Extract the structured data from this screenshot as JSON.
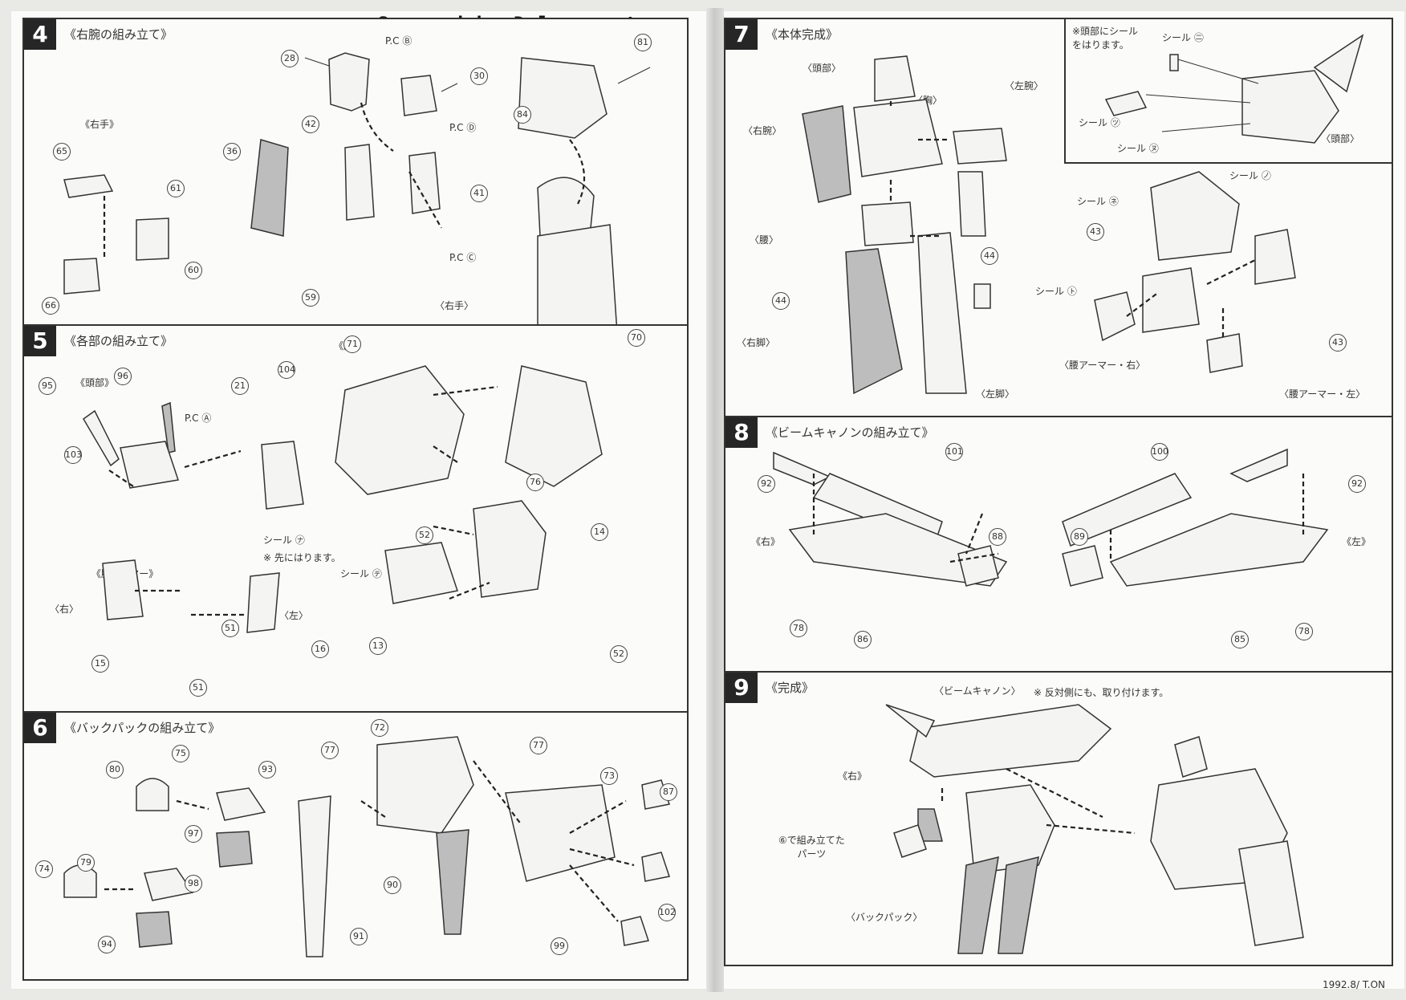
{
  "watermark": "Scanned by Dalong.net",
  "footer": "1992.8/ T.ON",
  "step4": {
    "num": "4",
    "title": "《右腕の組み立て》",
    "sub_hand": "《右手》",
    "pc_b": "P.C Ⓑ",
    "pc_d": "P.C Ⓓ",
    "pc_c": "P.C Ⓒ",
    "right_hand": "〈右手〉",
    "parts": [
      "28",
      "30",
      "81",
      "84",
      "65",
      "61",
      "60",
      "66",
      "42",
      "36",
      "41",
      "59"
    ]
  },
  "step5": {
    "num": "5",
    "title": "《各部の組み立て》",
    "head": "《頭部》",
    "chest": "《胸》",
    "waist": "《腰アーマー》",
    "right": "〈右〉",
    "left": "〈左〉",
    "pc_a": "P.C Ⓐ",
    "seal_na": "シール ㋤",
    "note_first": "※ 先にはります。",
    "seal_te": "シール ㋢",
    "parts": [
      "95",
      "96",
      "104",
      "21",
      "103",
      "71",
      "70",
      "76",
      "52",
      "14",
      "13",
      "52",
      "15",
      "51",
      "16",
      "51"
    ]
  },
  "step6": {
    "num": "6",
    "title": "《バックパックの組み立て》",
    "parts": [
      "75",
      "93",
      "80",
      "97",
      "72",
      "77",
      "77",
      "73",
      "87",
      "74",
      "79",
      "98",
      "94",
      "90",
      "91",
      "102",
      "99"
    ]
  },
  "step7": {
    "num": "7",
    "title": "《本体完成》",
    "head": "〈頭部〉",
    "chest": "〈胸〉",
    "left_arm": "〈左腕〉",
    "right_arm": "〈右腕〉",
    "waist": "〈腰〉",
    "right_leg": "〈右脚〉",
    "left_leg": "〈左脚〉",
    "inset_note": "※頭部にシール\nをはります。",
    "seal_ni": "シール ㊁",
    "seal_tsu": "シール ㋡",
    "seal_nu": "シール ㋦",
    "inset_head": "〈頭部〉",
    "seal_no": "シール ㋨",
    "seal_ne": "シール ㋧",
    "seal_to": "シール ㋣",
    "waist_r": "〈腰アーマー・右〉",
    "waist_l": "〈腰アーマー・左〉",
    "parts": [
      "44",
      "44",
      "43",
      "43"
    ]
  },
  "step8": {
    "num": "8",
    "title": "《ビームキャノンの組み立て》",
    "right": "《右》",
    "left": "《左》",
    "parts": [
      "92",
      "101",
      "88",
      "78",
      "86",
      "100",
      "92",
      "89",
      "78",
      "85"
    ]
  },
  "step9": {
    "num": "9",
    "title": "《完成》",
    "beam_cannon": "〈ビームキャノン〉",
    "note_opposite": "※ 反対側にも、取り付けます。",
    "right": "《右》",
    "from6": "⑥で組み立てた\nパーツ",
    "backpack": "〈バックパック〉"
  }
}
